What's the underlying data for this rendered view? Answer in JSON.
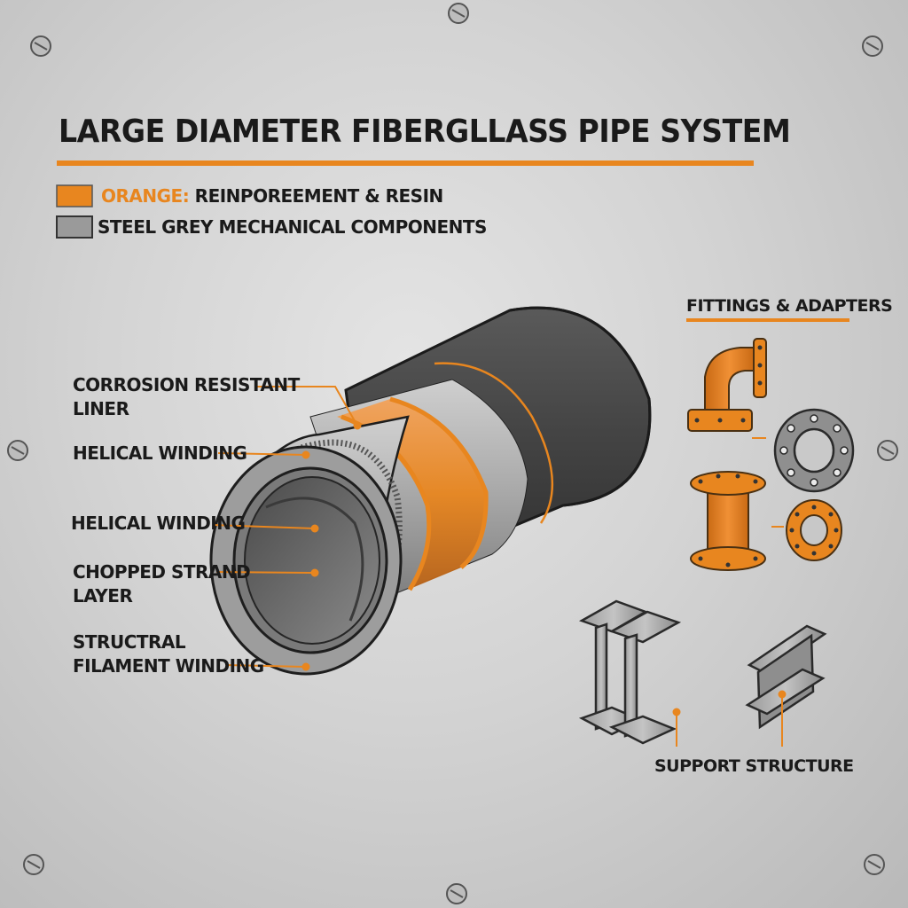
{
  "title": "LARGE DIAMETER FIBERGLLASS PIPE SYSTEM",
  "legend": {
    "orange_label": "ORANGE:",
    "orange_text": " REINPOREEMENT & RESIN",
    "grey_text": "STEEL GREY MECHANICAL COMPONENTS"
  },
  "callouts": [
    "CORROSION RESISTANT\nLINER",
    "HELICAL WINDING",
    "HELICAL WINDING",
    "CHOPPED STRAND\nLAYER",
    "STRUCTRAL\nFILAMENT WINDING"
  ],
  "fittings_heading": "FITTINGS & ADAPTERS",
  "support_label": "SUPPORT STRUCTURE",
  "colors": {
    "orange": "#e8861f",
    "steel_grey": "#8e8e8e",
    "background": "#d3d3d3",
    "dark_pipe": "#3f3f3f"
  }
}
